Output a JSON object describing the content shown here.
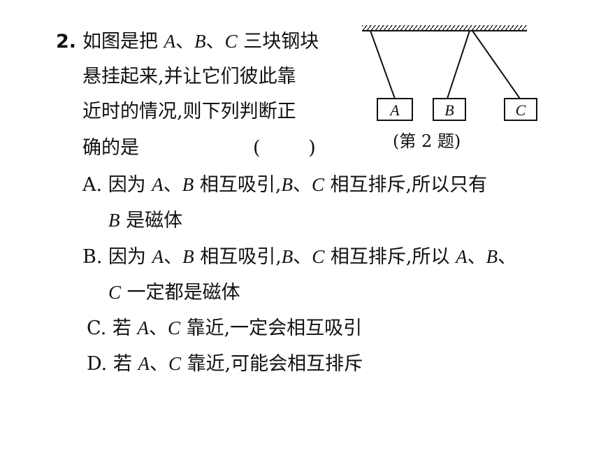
{
  "question": {
    "number": "2.",
    "stem": [
      {
        "parts": [
          "如图是把 ",
          "A",
          "、",
          "B",
          "、",
          "C",
          " 三块钢块"
        ]
      },
      {
        "parts": [
          "悬挂起来,并让它们彼此靠"
        ]
      },
      {
        "parts": [
          "近时的情况,则下列判断正"
        ]
      },
      {
        "parts": [
          "确的是"
        ]
      }
    ],
    "answer_paren": "(        )"
  },
  "figure": {
    "blocks": [
      "A",
      "B",
      "C"
    ],
    "caption": "(第 2 题)"
  },
  "options": [
    {
      "label": "A.",
      "lines": [
        [
          "因为 ",
          "A",
          "、",
          "B",
          " 相互吸引,",
          "B",
          "、",
          "C",
          " 相互排斥,所以只有"
        ],
        [
          "B",
          " 是磁体"
        ]
      ]
    },
    {
      "label": "B.",
      "lines": [
        [
          "因为 ",
          "A",
          "、",
          "B",
          " 相互吸引,",
          "B",
          "、",
          "C",
          " 相互排斥,所以 ",
          "A",
          "、",
          "B",
          "、"
        ],
        [
          "C",
          " 一定都是磁体"
        ]
      ]
    },
    {
      "label": "C.",
      "lines": [
        [
          "若 ",
          "A",
          "、",
          "C",
          " 靠近,一定会相互吸引"
        ]
      ]
    },
    {
      "label": "D.",
      "lines": [
        [
          "若 ",
          "A",
          "、",
          "C",
          " 靠近,可能会相互排斥"
        ]
      ]
    }
  ]
}
